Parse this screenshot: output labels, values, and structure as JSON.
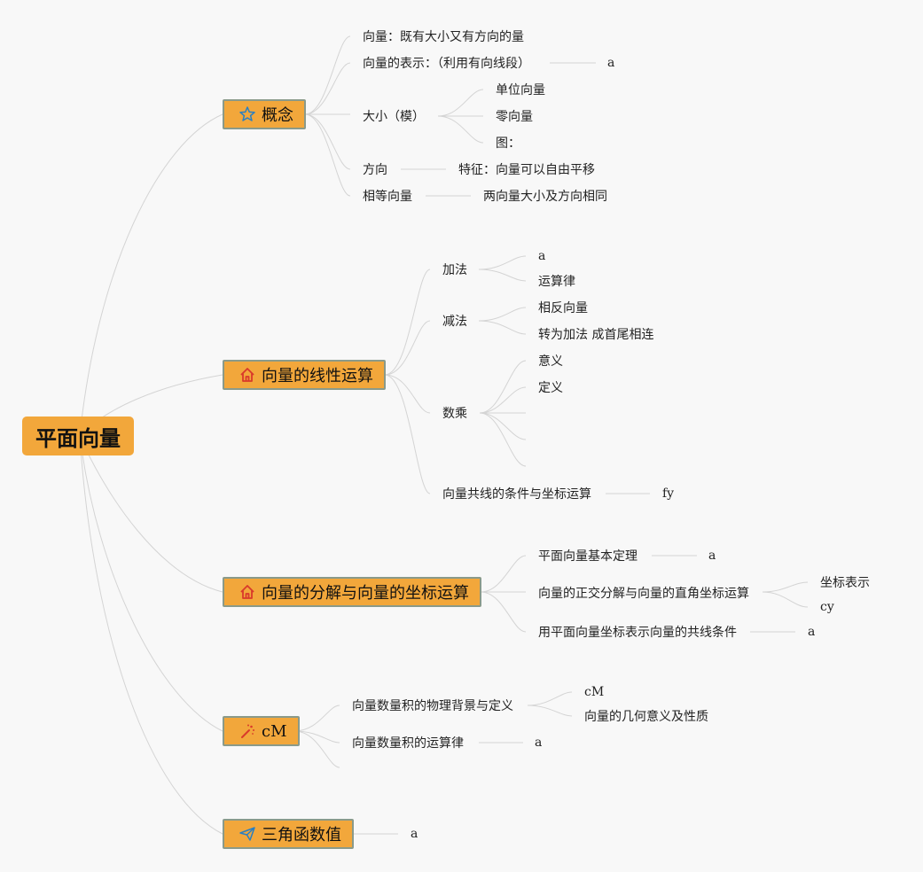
{
  "root": {
    "label": "平面向量"
  },
  "colors": {
    "node": "#f2a73b",
    "line": "#d4d4d4",
    "background": "#f8f8f8"
  },
  "branches": {
    "gainian": {
      "label": "概念",
      "icon": "star-icon",
      "items": {
        "def": "向量：既有大小又有方向的量",
        "repr": "向量的表示：（利用有向线段）",
        "repr_val": "a",
        "size": "大小（模）",
        "size_unit": "单位向量",
        "size_zero": "零向量",
        "size_fig": "图：",
        "dir": "方向",
        "dir_feat": "特征：向量可以自由平移",
        "equal": "相等向量",
        "equal_desc": "两向量大小及方向相同"
      }
    },
    "linear": {
      "label": "向量的线性运算",
      "icon": "home-icon",
      "items": {
        "add": "加法",
        "add_a": "a",
        "add_law": "运算律",
        "sub": "减法",
        "sub_opp": "相反向量",
        "sub_conv": "转为加法 成首尾相连",
        "mul": "数乘",
        "mul_meaning": "意义",
        "mul_def": "定义",
        "collinear": "向量共线的条件与坐标运算",
        "collinear_val": "fy"
      }
    },
    "decomp": {
      "label": "向量的分解与向量的坐标运算",
      "icon": "home-icon",
      "items": {
        "basic": "平面向量基本定理",
        "basic_val": "a",
        "ortho": "向量的正交分解与向量的直角坐标运算",
        "coord": "坐标表示",
        "cy": "cy",
        "colline": "用平面向量坐标表示向量的共线条件",
        "colline_val": "a"
      }
    },
    "cm": {
      "label": "cM",
      "icon": "magic-wand-icon",
      "items": {
        "phys": "向量数量积的物理背景与定义",
        "phys_cm": "cM",
        "phys_geo": "向量的几何意义及性质",
        "law": "向量数量积的运算律",
        "law_val": "a"
      }
    },
    "trig": {
      "label": "三角函数值",
      "icon": "send-icon",
      "items": {
        "val": "a"
      }
    }
  }
}
